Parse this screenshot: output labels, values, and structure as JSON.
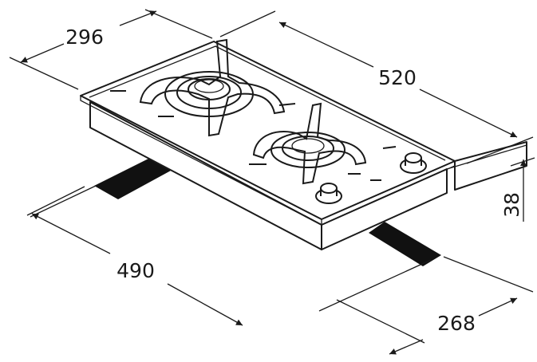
{
  "dimensions": {
    "depth_top": "296",
    "width_top": "520",
    "height": "38",
    "width_cutout": "490",
    "depth_cutout": "268"
  }
}
